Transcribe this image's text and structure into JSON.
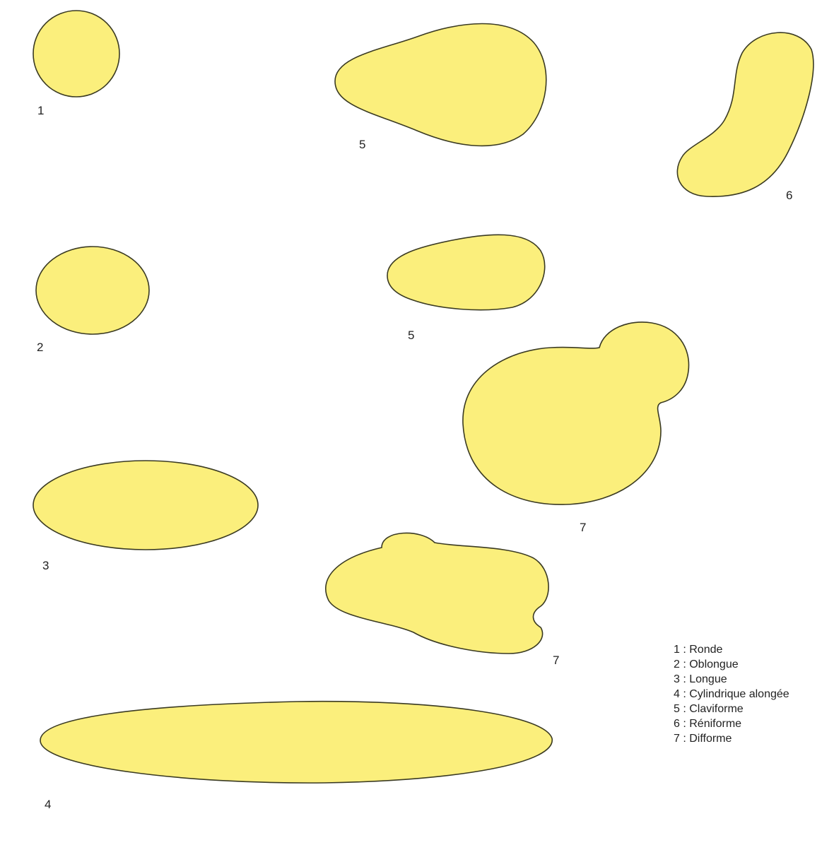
{
  "colors": {
    "shape_fill": "#fbef7c",
    "shape_stroke": "#3a3a22"
  },
  "shapes": [
    {
      "id": "ronde",
      "label": "1"
    },
    {
      "id": "claviforme-a",
      "label": "5"
    },
    {
      "id": "reniforme",
      "label": "6"
    },
    {
      "id": "oblongue",
      "label": "2"
    },
    {
      "id": "claviforme-b",
      "label": "5"
    },
    {
      "id": "difforme-a",
      "label": "7"
    },
    {
      "id": "longue",
      "label": "3"
    },
    {
      "id": "difforme-b",
      "label": "7"
    },
    {
      "id": "cylindrique",
      "label": "4"
    }
  ],
  "legend": [
    "1 : Ronde",
    "2 : Oblongue",
    "3 : Longue",
    "4 : Cylindrique alongée",
    "5 : Claviforme",
    "6 : Réniforme",
    "7 : Difforme"
  ]
}
